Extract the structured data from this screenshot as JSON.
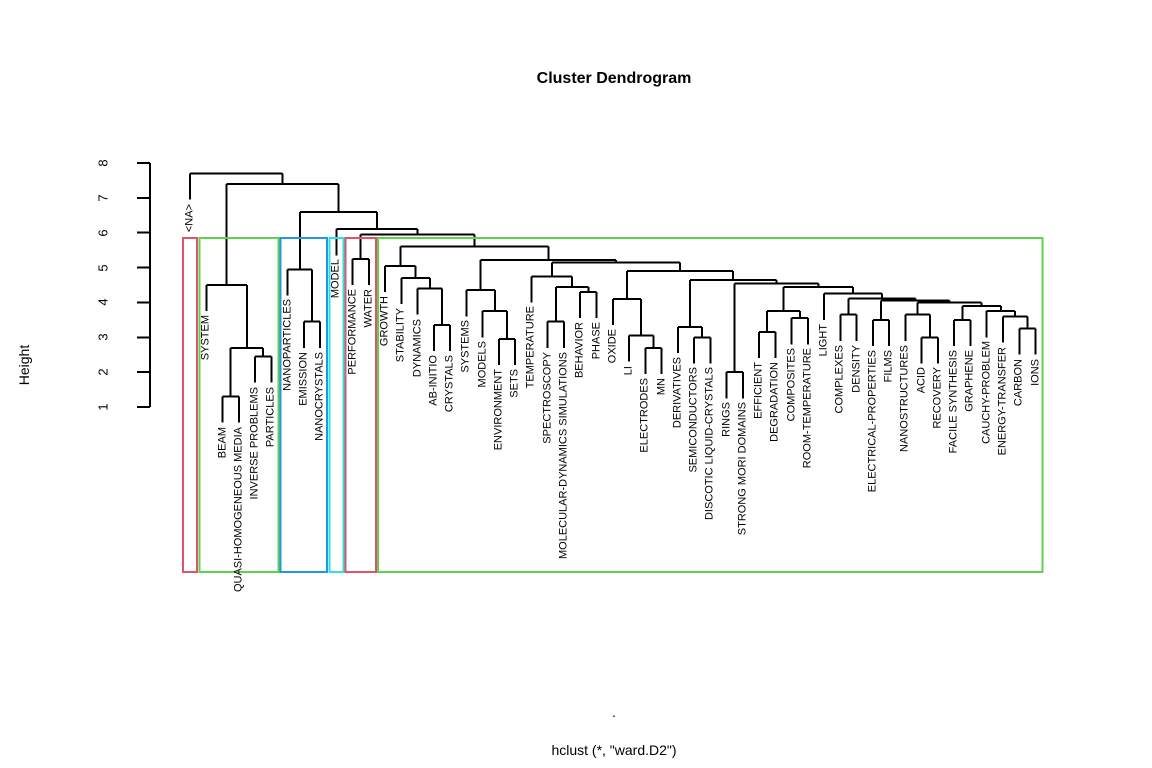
{
  "chart_data": {
    "type": "dendrogram",
    "title": "Cluster Dendrogram",
    "ylabel": "Height",
    "xlabel": ".",
    "caption": "hclust (*, \"ward.D2\")",
    "yticks": [
      1,
      2,
      3,
      4,
      5,
      6,
      7,
      8
    ],
    "ylim": [
      1,
      8
    ],
    "hang": 0.75,
    "line_color": "#000000",
    "leaves": [
      "<NA>",
      "SYSTEM",
      "BEAM",
      "QUASI-HOMOGENEOUS MEDIA",
      "INVERSE PROBLEMS",
      "PARTICLES",
      "NANOPARTICLES",
      "EMISSION",
      "NANOCRYSTALS",
      "MODEL",
      "PERFORMANCE",
      "WATER",
      "GROWTH",
      "STABILITY",
      "DYNAMICS",
      "AB-INITIO",
      "CRYSTALS",
      "SYSTEMS",
      "MODELS",
      "ENVIRONMENT",
      "SETS",
      "TEMPERATURE",
      "SPECTROSCOPY",
      "MOLECULAR-DYNAMICS SIMULATIONS",
      "BEHAVIOR",
      "PHASE",
      "OXIDE",
      "LI",
      "ELECTRODES",
      "MN",
      "DERIVATIVES",
      "SEMICONDUCTORS",
      "DISCOTIC LIQUID-CRYSTALS",
      "RINGS",
      "STRONG MORI DOMAINS",
      "EFFICIENT",
      "DEGRADATION",
      "COMPOSITES",
      "ROOM-TEMPERATURE",
      "LIGHT",
      "COMPLEXES",
      "DENSITY",
      "ELECTRICAL-PROPERTIES",
      "FILMS",
      "NANOSTRUCTURES",
      "ACID",
      "RECOVERY",
      "FACILE SYNTHESIS",
      "GRAPHENE",
      "CAUCHY-PROBLEM",
      "ENERGY-TRANSFER",
      "CARBON",
      "IONS"
    ],
    "tree": [
      7.7,
      0,
      [
        7.4,
        [
          4.5,
          1,
          [
            2.7,
            [
              1.3,
              2,
              3
            ],
            [
              2.45,
              4,
              5
            ]
          ]
        ],
        [
          6.6,
          [
            4.95,
            6,
            [
              3.45,
              7,
              8
            ]
          ],
          [
            6.1,
            9,
            [
              5.95,
              [
                5.25,
                10,
                11
              ],
              [
                5.6,
                [
                  5.05,
                  12,
                  [
                    4.7,
                    13,
                    [
                      4.4,
                      14,
                      [
                        3.35,
                        15,
                        16
                      ]
                    ]
                  ]
                ],
                [
                  5.22,
                  [
                    4.35,
                    17,
                    [
                      3.75,
                      18,
                      [
                        2.95,
                        19,
                        20
                      ]
                    ]
                  ],
                  [
                    5.15,
                    [
                      4.75,
                      21,
                      [
                        4.45,
                        [
                          3.45,
                          22,
                          23
                        ],
                        [
                          4.3,
                          24,
                          25
                        ]
                      ]
                    ],
                    [
                      4.9,
                      [
                        4.1,
                        26,
                        [
                          3.05,
                          27,
                          [
                            2.7,
                            28,
                            29
                          ]
                        ]
                      ],
                      [
                        4.65,
                        [
                          3.3,
                          30,
                          [
                            3.0,
                            31,
                            32
                          ]
                        ],
                        [
                          4.55,
                          [
                            2.0,
                            33,
                            34
                          ],
                          [
                            4.45,
                            [
                              3.75,
                              [
                                3.15,
                                35,
                                36
                              ],
                              [
                                3.55,
                                37,
                                38
                              ]
                            ],
                            [
                              4.25,
                              39,
                              [
                                4.12,
                                [
                                  3.65,
                                  40,
                                  41
                                ],
                                [
                                  4.05,
                                  [
                                    3.5,
                                    42,
                                    43
                                  ],
                                  [
                                    4.0,
                                    [
                                      3.65,
                                      44,
                                      [
                                        3.0,
                                        45,
                                        46
                                      ]
                                    ],
                                    [
                                      3.9,
                                      [
                                        3.5,
                                        47,
                                        48
                                      ],
                                      [
                                        3.75,
                                        49,
                                        [
                                          3.6,
                                          50,
                                          [
                                            3.25,
                                            51,
                                            52
                                          ]
                                        ]
                                      ]
                                    ]
                                  ]
                                ]
                              ]
                            ]
                          ]
                        ]
                      ]
                    ]
                  ]
                ]
              ]
            ]
          ]
        ]
      ]
    ],
    "clusters": [
      {
        "from": 0,
        "to": 0,
        "color": "#DF536B"
      },
      {
        "from": 1,
        "to": 5,
        "color": "#61D04F"
      },
      {
        "from": 6,
        "to": 8,
        "color": "#2297E6"
      },
      {
        "from": 9,
        "to": 9,
        "color": "#28E2E5"
      },
      {
        "from": 10,
        "to": 11,
        "color": "#DF536B"
      },
      {
        "from": 12,
        "to": 52,
        "color": "#61D04F"
      }
    ]
  }
}
